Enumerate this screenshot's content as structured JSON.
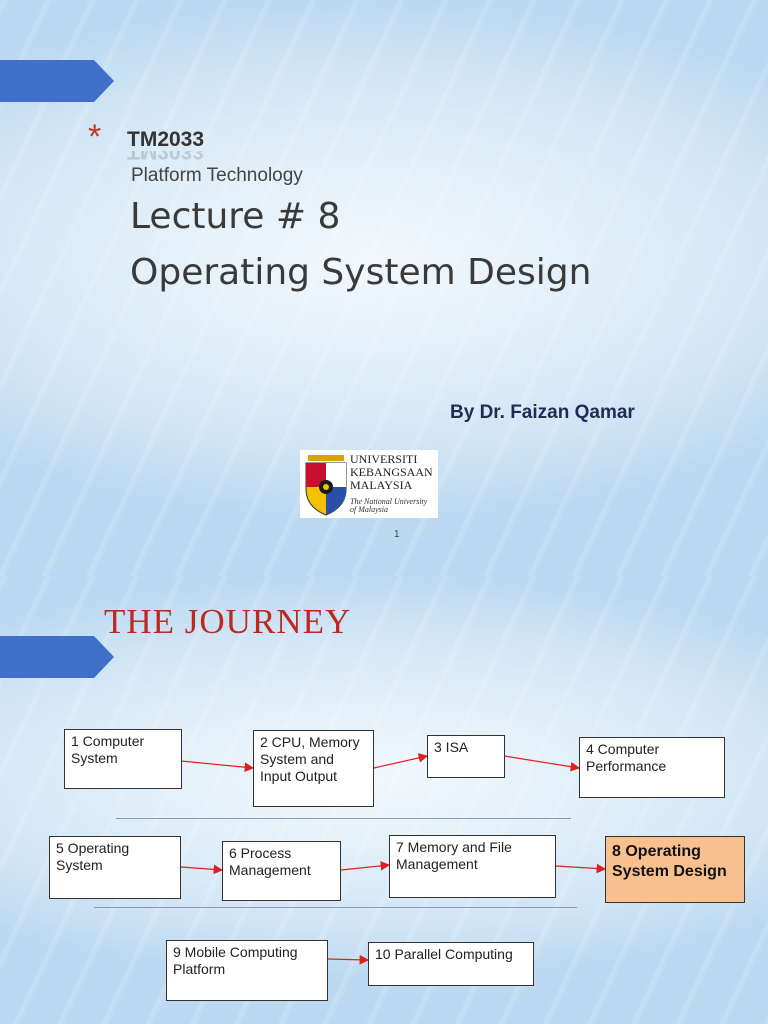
{
  "slide1": {
    "bullet": "*",
    "course_code": "TM2033",
    "course_name": "Platform Technology",
    "lecture_title": "Lecture # 8",
    "lecture_topic": "Operating System Design",
    "author": "By Dr. Faizan Qamar",
    "logo": {
      "line1": "UNIVERSITI",
      "line2": "KEBANGSAAN",
      "line3": "MALAYSIA",
      "tagline1": "The National University",
      "tagline2": "of Malaysia"
    },
    "page_number": "1"
  },
  "slide2": {
    "title": "THE JOURNEY",
    "steps": [
      {
        "label": "1 Computer System"
      },
      {
        "label": "2 CPU, Memory System and Input Output"
      },
      {
        "label": "3 ISA"
      },
      {
        "label": "4 Computer Performance"
      },
      {
        "label": "5 Operating System"
      },
      {
        "label": "6 Process Management"
      },
      {
        "label": "7 Memory and File Management"
      },
      {
        "label": "8 Operating System Design"
      },
      {
        "label": "9 Mobile Computing Platform"
      },
      {
        "label": "10 Parallel Computing"
      }
    ],
    "highlight_color": "#f9c08f"
  },
  "colors": {
    "accent_tab": "#3f6fc8",
    "bullet": "#c0392b",
    "journey_title": "#c0281f",
    "arrow": "#e02020"
  }
}
